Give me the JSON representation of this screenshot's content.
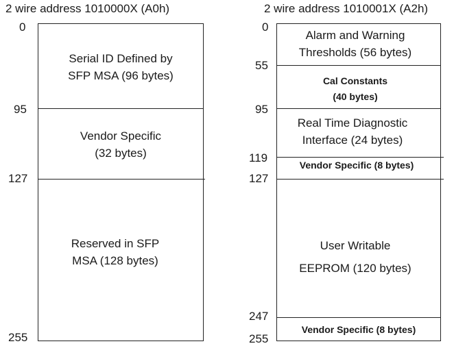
{
  "left": {
    "title": "2 wire address 1010000X (A0h)",
    "addresses": [
      "0",
      "95",
      "127",
      "255"
    ],
    "regions": [
      {
        "line1": "Serial ID Defined by",
        "line2": "SFP MSA (96 bytes)"
      },
      {
        "line1": "Vendor Specific",
        "line2": "(32 bytes)"
      },
      {
        "line1": "Reserved in SFP",
        "line2": "MSA (128 bytes)"
      }
    ]
  },
  "right": {
    "title": "2 wire address 1010001X (A2h)",
    "addresses": [
      "0",
      "55",
      "95",
      "119",
      "127",
      "247",
      "255"
    ],
    "regions": [
      {
        "line1": "Alarm and Warning",
        "line2": "Thresholds (56 bytes)"
      },
      {
        "line1": "Cal Constants",
        "line2": "(40 bytes)"
      },
      {
        "line1": "Real Time Diagnostic",
        "line2": "Interface (24 bytes)"
      },
      {
        "line1": "Vendor Specific (8 bytes)"
      },
      {
        "line1": "User Writable",
        "line2": "EEPROM (120 bytes)"
      },
      {
        "line1": "Vendor Specific (8 bytes)"
      }
    ]
  }
}
